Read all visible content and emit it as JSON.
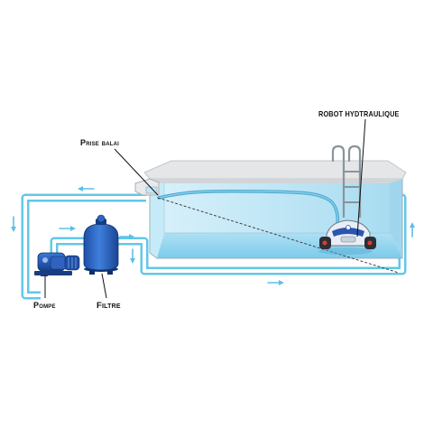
{
  "labels": {
    "robot": "Robot hydtraulique",
    "prise_balai": "Prise balai",
    "pompe": "Pompe",
    "filtre": "Filtre"
  },
  "colors": {
    "pipe": "#63c7e8",
    "pipe_inner": "#ffffff",
    "water_light": "#d9f2fb",
    "water_deep": "#7fcfee",
    "coping": "#e4e6e8",
    "pump_blue": "#1f4fa5",
    "filter_blue": "#2b66c7",
    "robot_body": "#e8eef5",
    "label_text": "#111111",
    "arrow": "#5cc0e6"
  },
  "icons": [
    "pool-icon",
    "ladder-icon",
    "robot-icon",
    "pump-icon",
    "filter-icon",
    "flow-arrow-icon"
  ]
}
